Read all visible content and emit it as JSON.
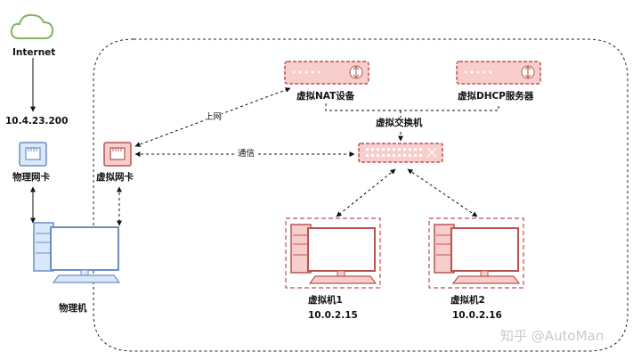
{
  "nodes": {
    "internet": {
      "label": "Internet"
    },
    "physical_ip": {
      "label": "10.4.23.200"
    },
    "physical_nic": {
      "label": "物理网卡"
    },
    "physical_host": {
      "label": "物理机"
    },
    "virtual_nic": {
      "label": "虚拟网卡"
    },
    "nat_device": {
      "label": "虚拟NAT设备"
    },
    "dhcp_server": {
      "label": "虚拟DHCP服务器"
    },
    "virtual_switch": {
      "label": "虚拟交换机"
    },
    "vm1": {
      "label": "虚拟机1",
      "ip": "10.0.2.15"
    },
    "vm2": {
      "label": "虚拟机2",
      "ip": "10.0.2.16"
    }
  },
  "edges": {
    "uplink": {
      "label": "上网"
    },
    "comm": {
      "label": "通信"
    }
  },
  "watermark": {
    "text": "知乎 @AutoMan"
  },
  "colors": {
    "physical": "#6c8ebf",
    "physical_fill": "#dae8fc",
    "virtual": "#b85450",
    "virtual_fill": "#f8cecc",
    "cloud": "#82b366"
  }
}
